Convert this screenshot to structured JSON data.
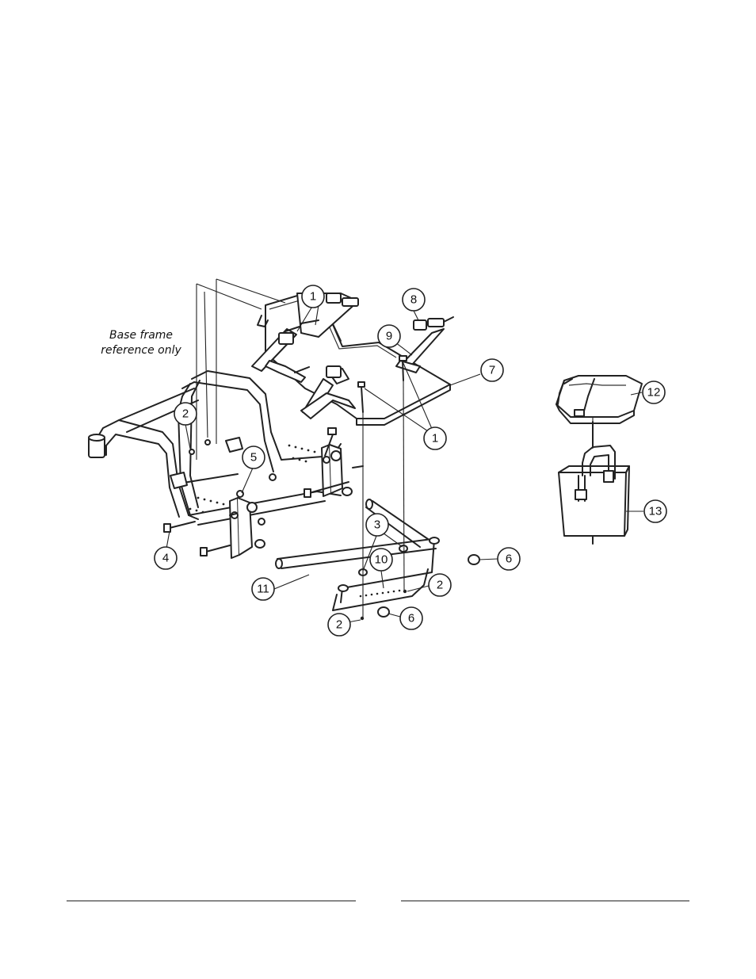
{
  "note": {
    "line1": "Base frame",
    "line2": "reference only"
  },
  "callouts": [
    {
      "id": "c1a",
      "label": "1"
    },
    {
      "id": "c1b",
      "label": "1"
    },
    {
      "id": "c2a",
      "label": "2"
    },
    {
      "id": "c2b",
      "label": "2"
    },
    {
      "id": "c2c",
      "label": "2"
    },
    {
      "id": "c3",
      "label": "3"
    },
    {
      "id": "c4",
      "label": "4"
    },
    {
      "id": "c5",
      "label": "5"
    },
    {
      "id": "c6a",
      "label": "6"
    },
    {
      "id": "c6b",
      "label": "6"
    },
    {
      "id": "c7",
      "label": "7"
    },
    {
      "id": "c8",
      "label": "8"
    },
    {
      "id": "c9",
      "label": "9"
    },
    {
      "id": "c10",
      "label": "10"
    },
    {
      "id": "c11",
      "label": "11"
    },
    {
      "id": "c12",
      "label": "12"
    },
    {
      "id": "c13",
      "label": "13"
    }
  ]
}
